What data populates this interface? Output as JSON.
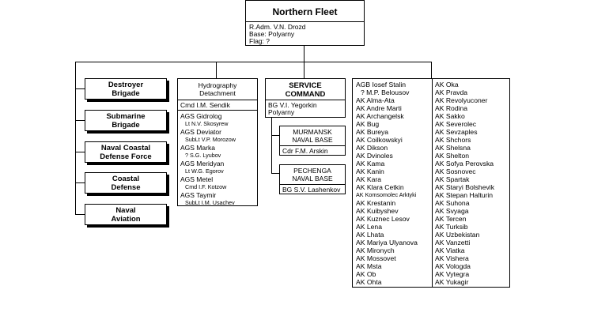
{
  "fleet": {
    "title": "Northern Fleet",
    "commander": "R.Adm. V.N. Drozd",
    "base": "Base: Polyarny",
    "flag": "Flag: ?"
  },
  "left_units": [
    {
      "line1": "Destroyer",
      "line2": "Brigade"
    },
    {
      "line1": "Submarine",
      "line2": "Brigade"
    },
    {
      "line1": "Naval Coastal",
      "line2": "Defense Force"
    },
    {
      "line1": "Coastal",
      "line2": "Defense"
    },
    {
      "line1": "Naval",
      "line2": "Aviation"
    }
  ],
  "hydro": {
    "title1": "Hydrography",
    "title2": "Detachment",
    "commander": "Cmd I.M. Sendik",
    "ships": [
      {
        "name": "AGS Gidrolog",
        "cmd": "Lt N.V. Skosyrew"
      },
      {
        "name": "AGS Deviator",
        "cmd": "SubLt V.P. Morozow"
      },
      {
        "name": "AGS Marka",
        "cmd": "? S.G. Lyubov"
      },
      {
        "name": "AGS Meridyan",
        "cmd": "Lt W.G. Egorov"
      },
      {
        "name": "AGS Metel",
        "cmd": "Cmd I.F. Kotzow"
      },
      {
        "name": "AGS Taymir",
        "cmd": "SubLt I.M. Usachev"
      }
    ]
  },
  "service": {
    "title1": "SERVICE",
    "title2": "COMMAND",
    "commander": "BG V.I. Yegorkin",
    "base": "Polyarny",
    "murmansk": {
      "line1": "MURMANSK",
      "line2": "NAVAL BASE",
      "commander": "Cdr F.M. Arskin"
    },
    "pechenga": {
      "line1": "PECHENGA",
      "line2": "NAVAL BASE",
      "commander": "BG S.V. Lashenkov"
    }
  },
  "ships_col1": [
    "AGB Iosef Stalin",
    "? M.P. Belousov",
    "AK Alma-Ata",
    "AK Andre Marti",
    "AK Archangelsk",
    "AK Bug",
    "AK Bureya",
    "AK Coilkowskyi",
    "AK Dikson",
    "AK Dvinoles",
    "AK Kama",
    "AK Kanin",
    "AK Kara",
    "AK Klara Cetkin",
    "AK Komsomolec Arktyki",
    "AK Krestanin",
    "AK Kuibyshev",
    "AK Kuznec Lesov",
    "AK Lena",
    "AK Lhata",
    "AK Mariya Ulyanova",
    "AK Mironych",
    "AK Mossovet",
    "AK Msta",
    "AK Ob",
    "AK Ohta"
  ],
  "ships_col2": [
    "AK Oka",
    "AK Pravda",
    "AK Revolyuconer",
    "AK Rodina",
    "AK Sakko",
    "AK Severolec",
    "AK Sevzaples",
    "AK Shchors",
    "AK Shelsna",
    "AK Shelton",
    "AK Sofya Perovska",
    "AK Sosnovec",
    "AK Spartak",
    "AK Staryi Bolshevik",
    "AK Stepan Halturin",
    "AK Suhona",
    "AK Svyaga",
    "AK Tercen",
    "AK Turksib",
    "AK Uzbekistan",
    "AK Vanzetti",
    "AK Viatka",
    "AK Vishera",
    "AK Vologda",
    "AK Vytegra",
    "AK Yukagir"
  ]
}
